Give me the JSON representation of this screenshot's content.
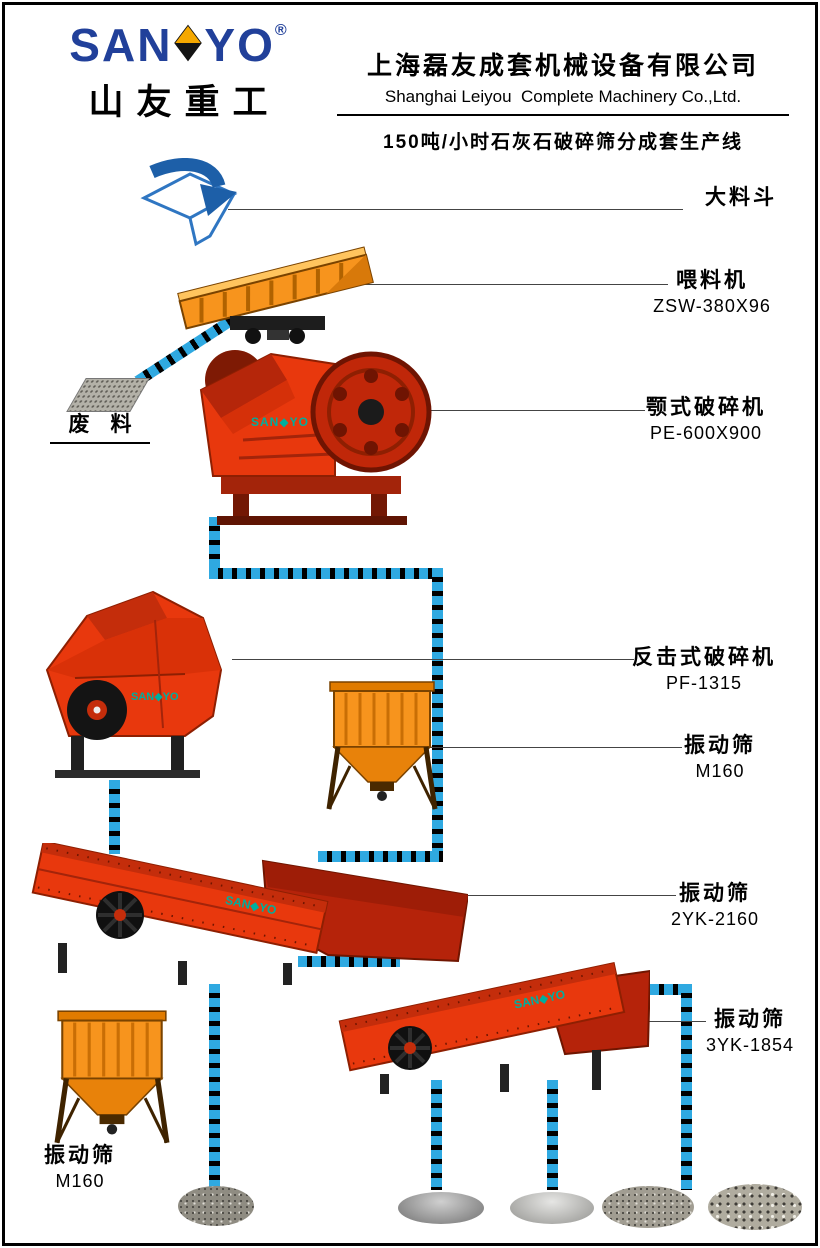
{
  "brand": {
    "left": "SAN",
    "right": "YO",
    "registered": "®",
    "subtitle": "山友重工"
  },
  "header": {
    "company_cn": "上海磊友成套机械设备有限公司",
    "company_en": "Shanghai Leiyou  Complete Machinery Co.,Ltd.",
    "line_title": "150吨/小时石灰石破碎筛分成套生产线"
  },
  "machine_watermark": "SAN◆YO",
  "labels": {
    "hopper": {
      "name": "大料斗"
    },
    "feeder": {
      "name": "喂料机",
      "model": "ZSW-380X96"
    },
    "jaw_crusher": {
      "name": "颚式破碎机",
      "model": "PE-600X900"
    },
    "impact_crusher": {
      "name": "反击式破碎机",
      "model": "PF-1315"
    },
    "screen_m160_mid": {
      "name": "振动筛",
      "model": "M160"
    },
    "screen_2yk": {
      "name": "振动筛",
      "model": "2YK-2160"
    },
    "screen_3yk": {
      "name": "振动筛",
      "model": "3YK-1854"
    },
    "screen_m160_left": {
      "name": "振动筛",
      "model": "M160"
    },
    "waste": {
      "name": "废　料"
    }
  },
  "colors": {
    "brand_blue": "#21409A",
    "diamond_gold": "#F5A800",
    "machine_red": "#E8380D",
    "machine_orange": "#F7941D",
    "connector_cyan": "#2FA9E1",
    "watermark_teal": "#00AE9E"
  }
}
